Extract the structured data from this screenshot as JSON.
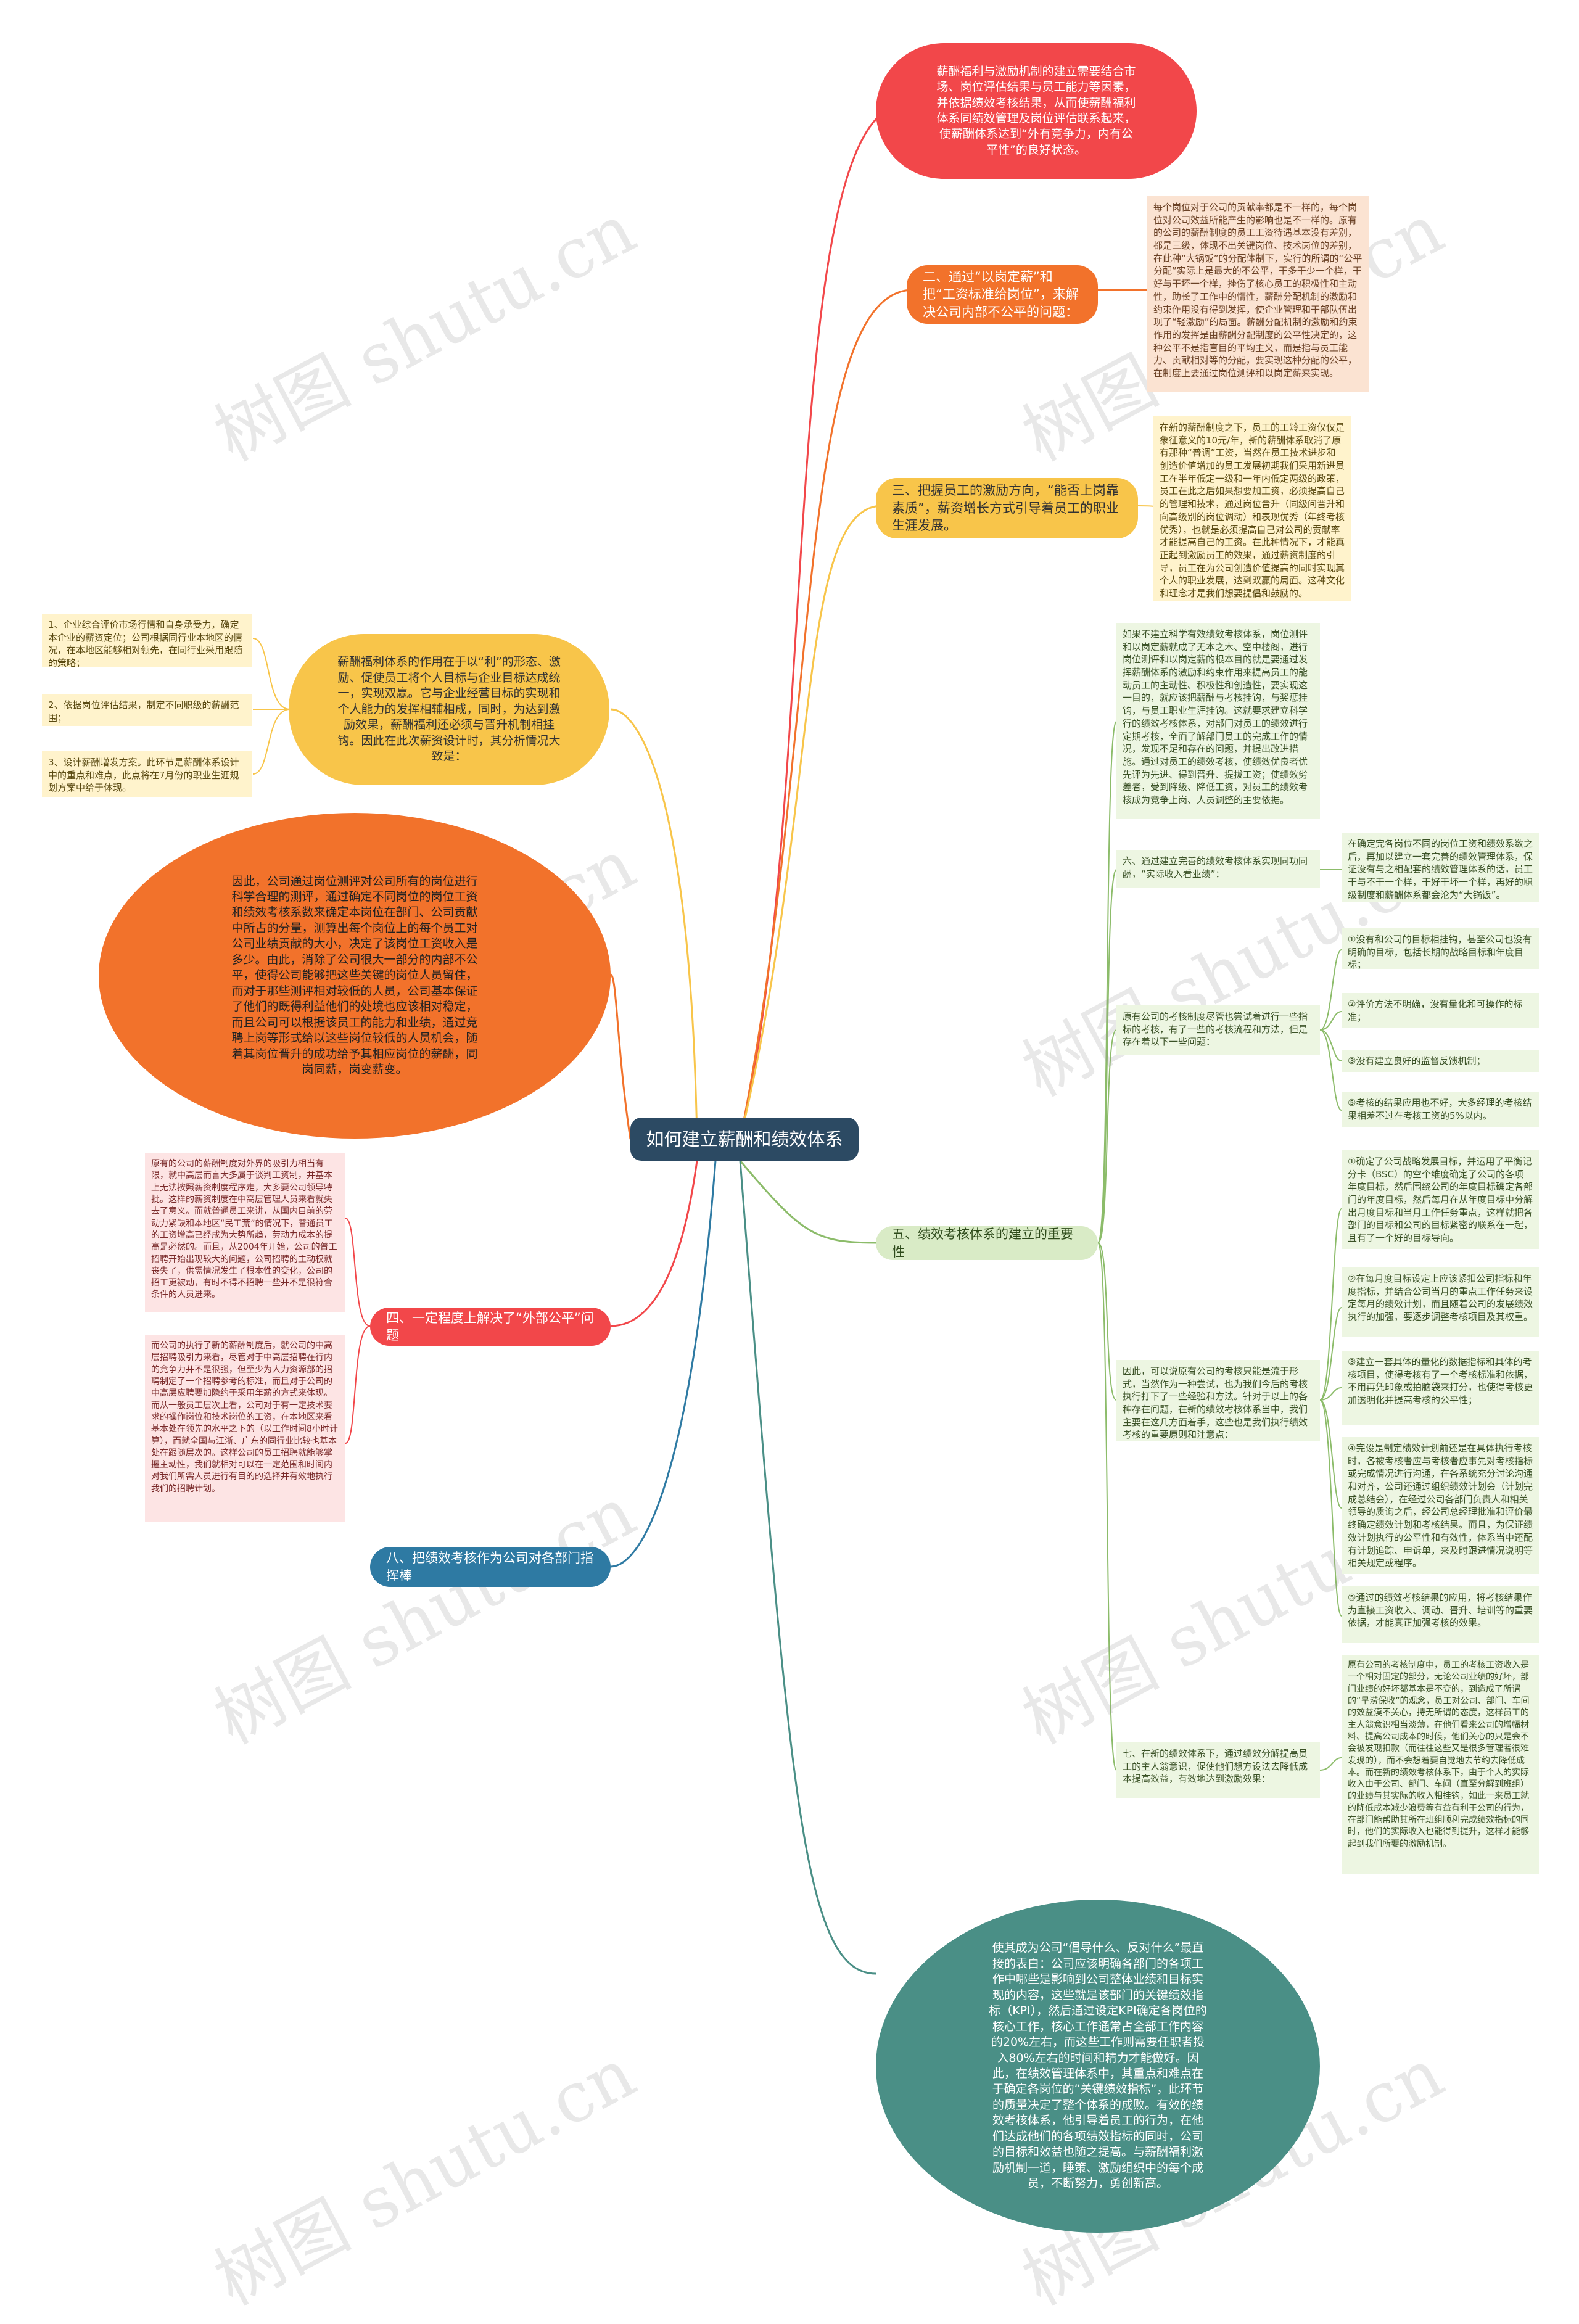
{
  "title": "如何建立薪酬和绩效体系",
  "watermark": "树图 shutu.cn",
  "colors": {
    "center": "#2c4a63",
    "red": "#f2474a",
    "orange": "#f2722b",
    "yellow": "#f8c54a",
    "green": "#d9ebc6",
    "teal": "#4a8f86",
    "blue": "#2e7aa3",
    "note_orange": "#fbe3d2",
    "note_yellow": "#fff3cc",
    "note_green": "#edf6e2",
    "note_red": "#fde4e4"
  },
  "nodes": {
    "top_red": "薪酬福利与激励机制的建立需要结合市场、岗位评估结果与员工能力等因素，并依据绩效考核结果，从而使薪酬福利体系同绩效管理及岗位评估联系起来，使薪酬体系达到“外有竞争力，内有公平性”的良好状态。",
    "b2": "二、通过“以岗定薪”和把“工资标准给岗位”，来解决公司内部不公平的问题：",
    "b2_note": "每个岗位对于公司的贡献率都是不一样的，每个岗位对公司效益所能产生的影响也是不一样的。原有的公司的薪酬制度的员工工资待遇基本没有差别，都是三级，体现不出关键岗位、技术岗位的差别，在此种“大锅饭”的分配体制下，实行的所谓的“公平分配”实际上是最大的不公平，干多干少一个样，干好与干坏一个样，挫伤了核心员工的积极性和主动性，助长了工作中的惰性，薪酬分配机制的激励和约束作用没有得到发挥，使企业管理和干部队伍出现了“轻激励”的局面。薪酬分配机制的激励和约束作用的发挥是由薪酬分配制度的公平性决定的，这种公平不是指盲目的平均主义，而是指与员工能力、贡献相对等的分配，要实现这种分配的公平，在制度上要通过岗位测评和以岗定薪来实现。",
    "b3": "三、把握员工的激励方向，“能否上岗靠素质”，薪资增长方式引导着员工的职业生涯发展。",
    "b3_note": "在新的薪酬制度之下，员工的工龄工资仅仅是象征意义的10元/年，新的薪酬体系取消了原有那种“普调”工资，当然在员工技术进步和创造价值增加的员工发展初期我们采用新进员工在半年低定一级和一年内低定两级的政策，员工在此之后如果想要加工资，必须提高自己的管理和技术，通过岗位晋升（同级间晋升和向高级别的岗位调动）和表现优秀（年终考核优秀），也就是必须提高自己对公司的贡献率才能提高自己的工资。在此种情况下，才能真正起到激励员工的效果，通过薪资制度的引导，员工在为公司创造价值提高的同时实现其个人的职业发展，达到双赢的局面。这种文化和理念才是我们想要提倡和鼓励的。",
    "left_yellow": "薪酬福利体系的作用在于以“利”的形态、激励、促使员工将个人目标与企业目标达成统一，实现双赢。它与企业经营目标的实现和个人能力的发挥相辅相成，同时，为达到激励效果，薪酬福利还必须与晋升机制相挂钩。因此在此次薪资设计时，其分析情况大致是：",
    "left_yellow_notes": [
      "1、企业综合评价市场行情和自身承受力，确定本企业的薪资定位；公司根据同行业本地区的情况，在本地区能够相对领先，在同行业采用跟随的策略；",
      "2、依据岗位评估结果，制定不同职级的薪酬范围；",
      "3、设计薪酬增发方案。此环节是薪酬体系设计中的重点和难点，此点将在7月份的职业生涯规划方案中给于体现。"
    ],
    "left_orange": "因此，公司通过岗位测评对公司所有的岗位进行科学合理的测评，通过确定不同岗位的岗位工资和绩效考核系数来确定本岗位在部门、公司贡献中所占的分量，测算出每个岗位上的每个员工对公司业绩贡献的大小，决定了该岗位工资收入是多少。由此，消除了公司很大一部分的内部不公平，使得公司能够把这些关键的岗位人员留住，而对于那些测评相对较低的人员，公司基本保证了他们的既得利益他们的处境也应该相对稳定，而且公司可以根据该员工的能力和业绩，通过竞聘上岗等形式给以这些岗位较低的人员机会，随着其岗位晋升的成功给予其相应岗位的薪酬，同岗同薪，岗变薪变。",
    "b4": "四、一定程度上解决了“外部公平”问题",
    "b4_notes": [
      "原有的公司的薪酬制度对外界的吸引力相当有限，就中高层而言大多属于谈判工资制，并基本上无法按照薪资制度程序走，大多要公司领导特批。这样的薪资制度在中高层管理人员来看就失去了意义。而就普通员工来讲，从国内目前的劳动力紧缺和本地区“民工荒”的情况下，普通员工的工资增高已经成为大势所趋，劳动力成本的提高是必然的。而且，从2004年开始，公司的普工招聘开始出现较大的问题，公司招聘的主动权就丧失了，供需情况发生了根本性的变化，公司的招工更被动，有时不得不招聘一些并不是很符合条件的人员进来。",
      "而公司的执行了新的薪酬制度后，就公司的中高层招聘吸引力来看，尽管对于中高层招聘在行内的竞争力并不是很强，但至少为人力资源部的招聘制定了一个招聘参考的标准，而且对于公司的中高层应聘要加隐约于采用年薪的方式来体现。而从一般员工层次上看，公司对于有一定技术要求的操作岗位和技术岗位的工资，在本地区来看基本处在领先的水平之下的（以工作时间8小时计算），而就全国与江浙、广东的同行业比较也基本处在跟随层次的。这样公司的员工招聘就能够掌握主动性，我们就相对可以在一定范围和时间内对我们所需人员进行有目的的选择并有效地执行我们的招聘计划。"
    ],
    "b8": "八、把绩效考核作为公司对各部门指挥棒",
    "b5": "五、绩效考核体系的建立的重要性",
    "r_top": "如果不建立科学有效绩效考核体系，岗位测评和以岗定薪就成了无本之木、空中楼阁，进行岗位测评和以岗定薪的根本目的就是要通过发挥薪酬体系的激励和约束作用来提高员工的能动员工的主动性、积极性和创造性，要实现这一目的，就应该把薪酬与考核挂钩，与奖惩挂钩，与员工职业生涯挂钩。这就要求建立科学行的绩效考核体系，对部门对员工的绩效进行定期考核，全面了解部门员工的完成工作的情况，发现不足和存在的问题，并提出改进措施。通过对员工的绩效考核，使绩效优良者优先评为先进、得到晋升、提拔工资；使绩效劣差者，受到降级、降低工资，对员工的绩效考核成为竞争上岗、人员调整的主要依据。",
    "r6": "六、通过建立完善的绩效考核体系实现同功同酬，“实际收入看业绩”：",
    "r6_note": "在确定完各岗位不同的岗位工资和绩效系数之后，再加以建立一套完善的绩效管理体系，保证没有与之相配套的绩效管理体系的话，员工干与不干一个样，干好干坏一个样，再好的职级制度和薪酬体系都会沦为“大锅饭”。",
    "r_orig": "原有公司的考核制度尽管也尝试着进行一些指标的考核，有了一些的考核流程和方法，但是存在着以下一些问题：",
    "r_orig_items": [
      "①没有和公司的目标相挂钩，甚至公司也没有明确的目标，包括长期的战略目标和年度目标；",
      "②评价方法不明确，没有量化和可操作的标准；",
      "③没有建立良好的监督反馈机制；",
      "⑤考核的结果应用也不好，大多经理的考核结果相差不过在考核工资的5%以内。"
    ],
    "r_mid": "因此，可以说原有公司的考核只能是流于形式，当然作为一种尝试，也为我们今后的考核执行打下了一些经验和方法。针对于以上的各种存在问题，在新的绩效考核体系当中，我们主要在这几方面着手，这些也是我们执行绩效考核的重要原则和注意点：",
    "r_mid_items": [
      "①确定了公司战略发展目标，并运用了平衡记分卡（BSC）的空个维度确定了公司的各项年度目标，然后围绕公司的年度目标确定各部门的年度目标，然后每月在从年度目标中分解出月度目标和当月工作任务重点，这样就把各部门的目标和公司的目标紧密的联系在一起，且有了一个好的目标导向。",
      "②在每月度目标设定上应该紧扣公司指标和年度指标，并结合公司当月的重点工作任务来设定每月的绩效计划，而且随着公司的发展绩效执行的加强，要逐步调整考核项目及其权重。",
      "③建立一套具体的量化的数据指标和具体的考核项目，使得考核有了一个考核标准和依据，不用再凭印象或拍脑袋来打分，也使得考核更加透明化并提高考核的公平性；",
      "④完设是制定绩效计划前还是在具体执行考核时，各被考核者应与考核者应事先对考核指标或完成情况进行沟通，在各系统充分讨论沟通和对齐，公司还通过组织绩效计划会（计划完成总结会），在经过公司各部门负责人和相关领导的质询之后，经公司总经理批准和评价最终确定绩效计划和考核结果。而且，为保证绩效计划执行的公平性和有效性，体系当中还配有计划追踪、申诉单，来及时跟进情况说明等相关规定或程序。",
      "⑤通过的绩效考核结果的应用，将考核结果作为直接工资收入、调动、晋升、培训等的重要依据，才能真正加强考核的效果。"
    ],
    "r7": "七、在新的绩效体系下，通过绩效分解提高员工的主人翁意识，促使他们想方设法去降低成本提高效益，有效地达到激励效果：",
    "r7_note": "原有公司的考核制度中，员工的考核工资收入是一个相对固定的部分，无论公司业绩的好坏，部门业绩的好坏都基本是不变的，到造成了所谓的“旱涝保收”的观念，员工对公司、部门、车间的效益漠不关心，持无所谓的态度，这样员工的主人翁意识相当淡薄，在他们看来公司的增幅材料、提高公司成本的时候，他们关心的只是会不会被发现扣款（而往往这些又是很多管理者很难发现的），而不会想着要自觉地去节约去降低成本。而在新的绩效考核体系下，由于个人的实际收入由于公司、部门、车间（直至分解到班组）的业绩与其实际的收入相挂钩，如此一来员工就的降低成本减少浪费等有益有利于公司的行为，在部门能帮助其所在班组顺利完成绩效指标的同时，他们的实际收入也能得到提升，这样才能够起到我们所要的激励机制。",
    "bottom_teal": "使其成为公司“倡导什么、反对什么”最直接的表白：公司应该明确各部门的各项工作中哪些是影响到公司整体业绩和目标实现的内容，这些就是该部门的关键绩效指标（KPI），然后通过设定KPI确定各岗位的核心工作，核心工作通常占全部工作内容的20%左右，而这些工作则需要任职者投入80%左右的时间和精力才能做好。因此，在绩效管理体系中，其重点和难点在于确定各岗位的“关键绩效指标”，此环节的质量决定了整个体系的成败。有效的绩效考核体系，他引导着员工的行为，在他们达成他们的各项绩效指标的同时，公司的目标和效益也随之提高。与薪酬福利激励机制一道，睡策、激励组织中的每个成员，不断努力，勇创新高。"
  }
}
